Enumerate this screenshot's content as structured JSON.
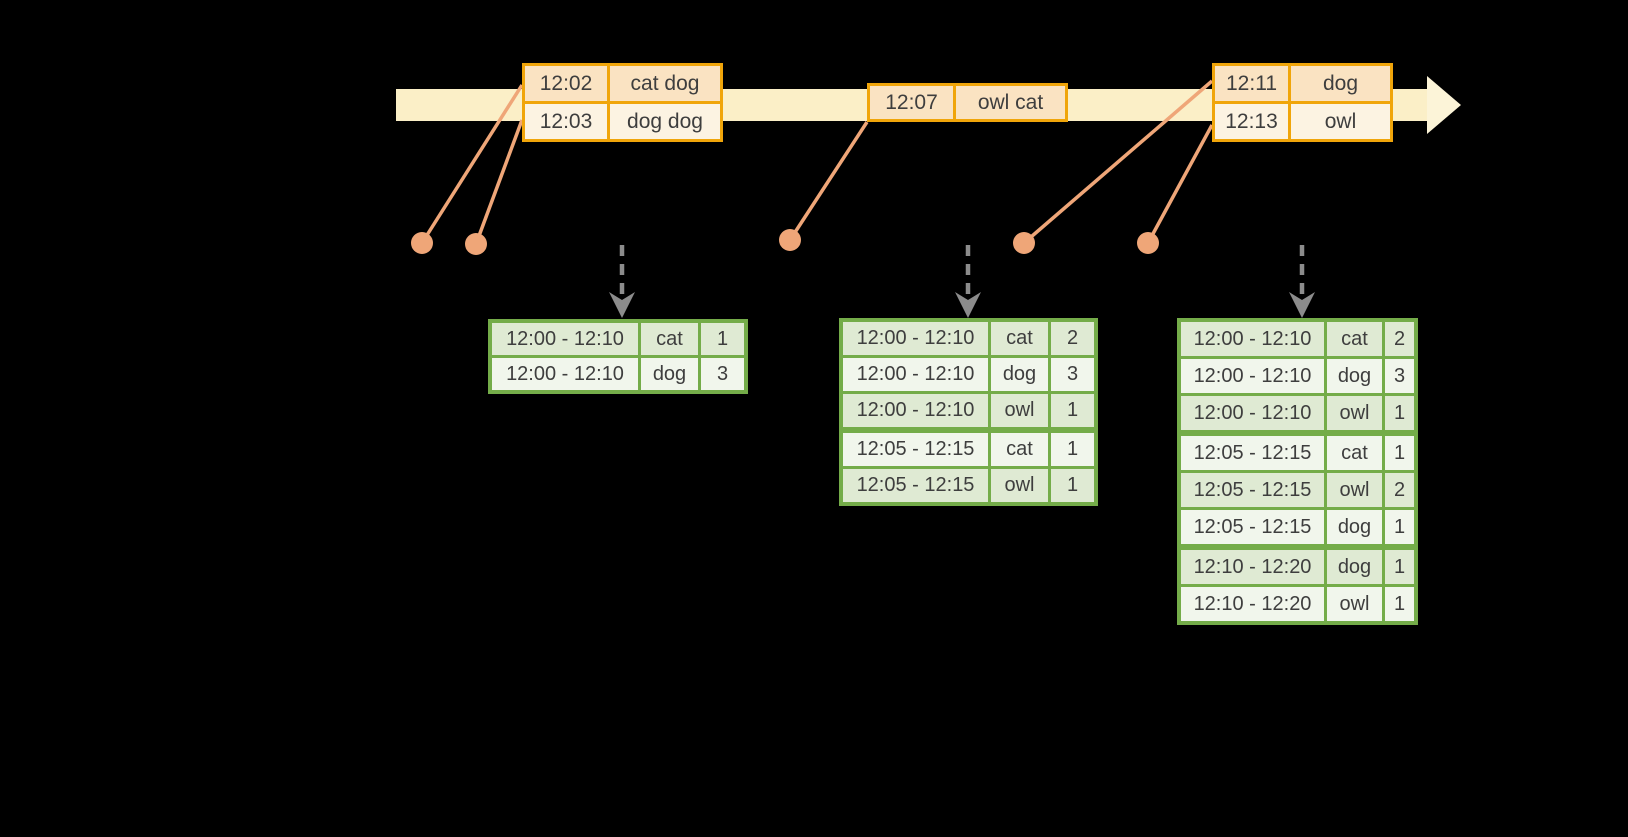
{
  "diagram_type": "streaming-windowed-word-count-timeline",
  "colors": {
    "background": "#000000",
    "timeline_band": "#FBEFC7",
    "timeline_arrowhead": "#FCF4D8",
    "event_table_border": "#F0A50A",
    "event_row_dark": "#FAE3C2",
    "event_row_light": "#FCF3E2",
    "connector_and_dots": "#EFA678",
    "trigger_arrow": "#8C8C8C",
    "result_table_border": "#74AC49",
    "result_row_dark": "#DFEAD3",
    "result_row_light": "#F1F6EC",
    "text": "#3E3E3E"
  },
  "icons": {
    "timeline_arrowhead": "right-arrow-icon",
    "event_marker": "event-dot",
    "trigger": "dashed-down-arrow-icon"
  },
  "timeline": {
    "event_groups": [
      {
        "rows": [
          {
            "time": "12:02",
            "words": "cat dog"
          },
          {
            "time": "12:03",
            "words": "dog dog"
          }
        ]
      },
      {
        "rows": [
          {
            "time": "12:07",
            "words": "owl cat"
          }
        ]
      },
      {
        "rows": [
          {
            "time": "12:11",
            "words": "dog"
          },
          {
            "time": "12:13",
            "words": "owl"
          }
        ]
      }
    ]
  },
  "result_tables": [
    {
      "rows": [
        {
          "window": "12:00 - 12:10",
          "word": "cat",
          "count": "1"
        },
        {
          "window": "12:00 - 12:10",
          "word": "dog",
          "count": "3"
        }
      ]
    },
    {
      "rows": [
        {
          "window": "12:00 - 12:10",
          "word": "cat",
          "count": "2"
        },
        {
          "window": "12:00 - 12:10",
          "word": "dog",
          "count": "3"
        },
        {
          "window": "12:00 - 12:10",
          "word": "owl",
          "count": "1"
        },
        {
          "window": "12:05 - 12:15",
          "word": "cat",
          "count": "1"
        },
        {
          "window": "12:05 - 12:15",
          "word": "owl",
          "count": "1"
        }
      ]
    },
    {
      "rows": [
        {
          "window": "12:00 - 12:10",
          "word": "cat",
          "count": "2"
        },
        {
          "window": "12:00 - 12:10",
          "word": "dog",
          "count": "3"
        },
        {
          "window": "12:00 - 12:10",
          "word": "owl",
          "count": "1"
        },
        {
          "window": "12:05 - 12:15",
          "word": "cat",
          "count": "1"
        },
        {
          "window": "12:05 - 12:15",
          "word": "owl",
          "count": "2"
        },
        {
          "window": "12:05 - 12:15",
          "word": "dog",
          "count": "1"
        },
        {
          "window": "12:10 - 12:20",
          "word": "dog",
          "count": "1"
        },
        {
          "window": "12:10 - 12:20",
          "word": "owl",
          "count": "1"
        }
      ]
    }
  ]
}
